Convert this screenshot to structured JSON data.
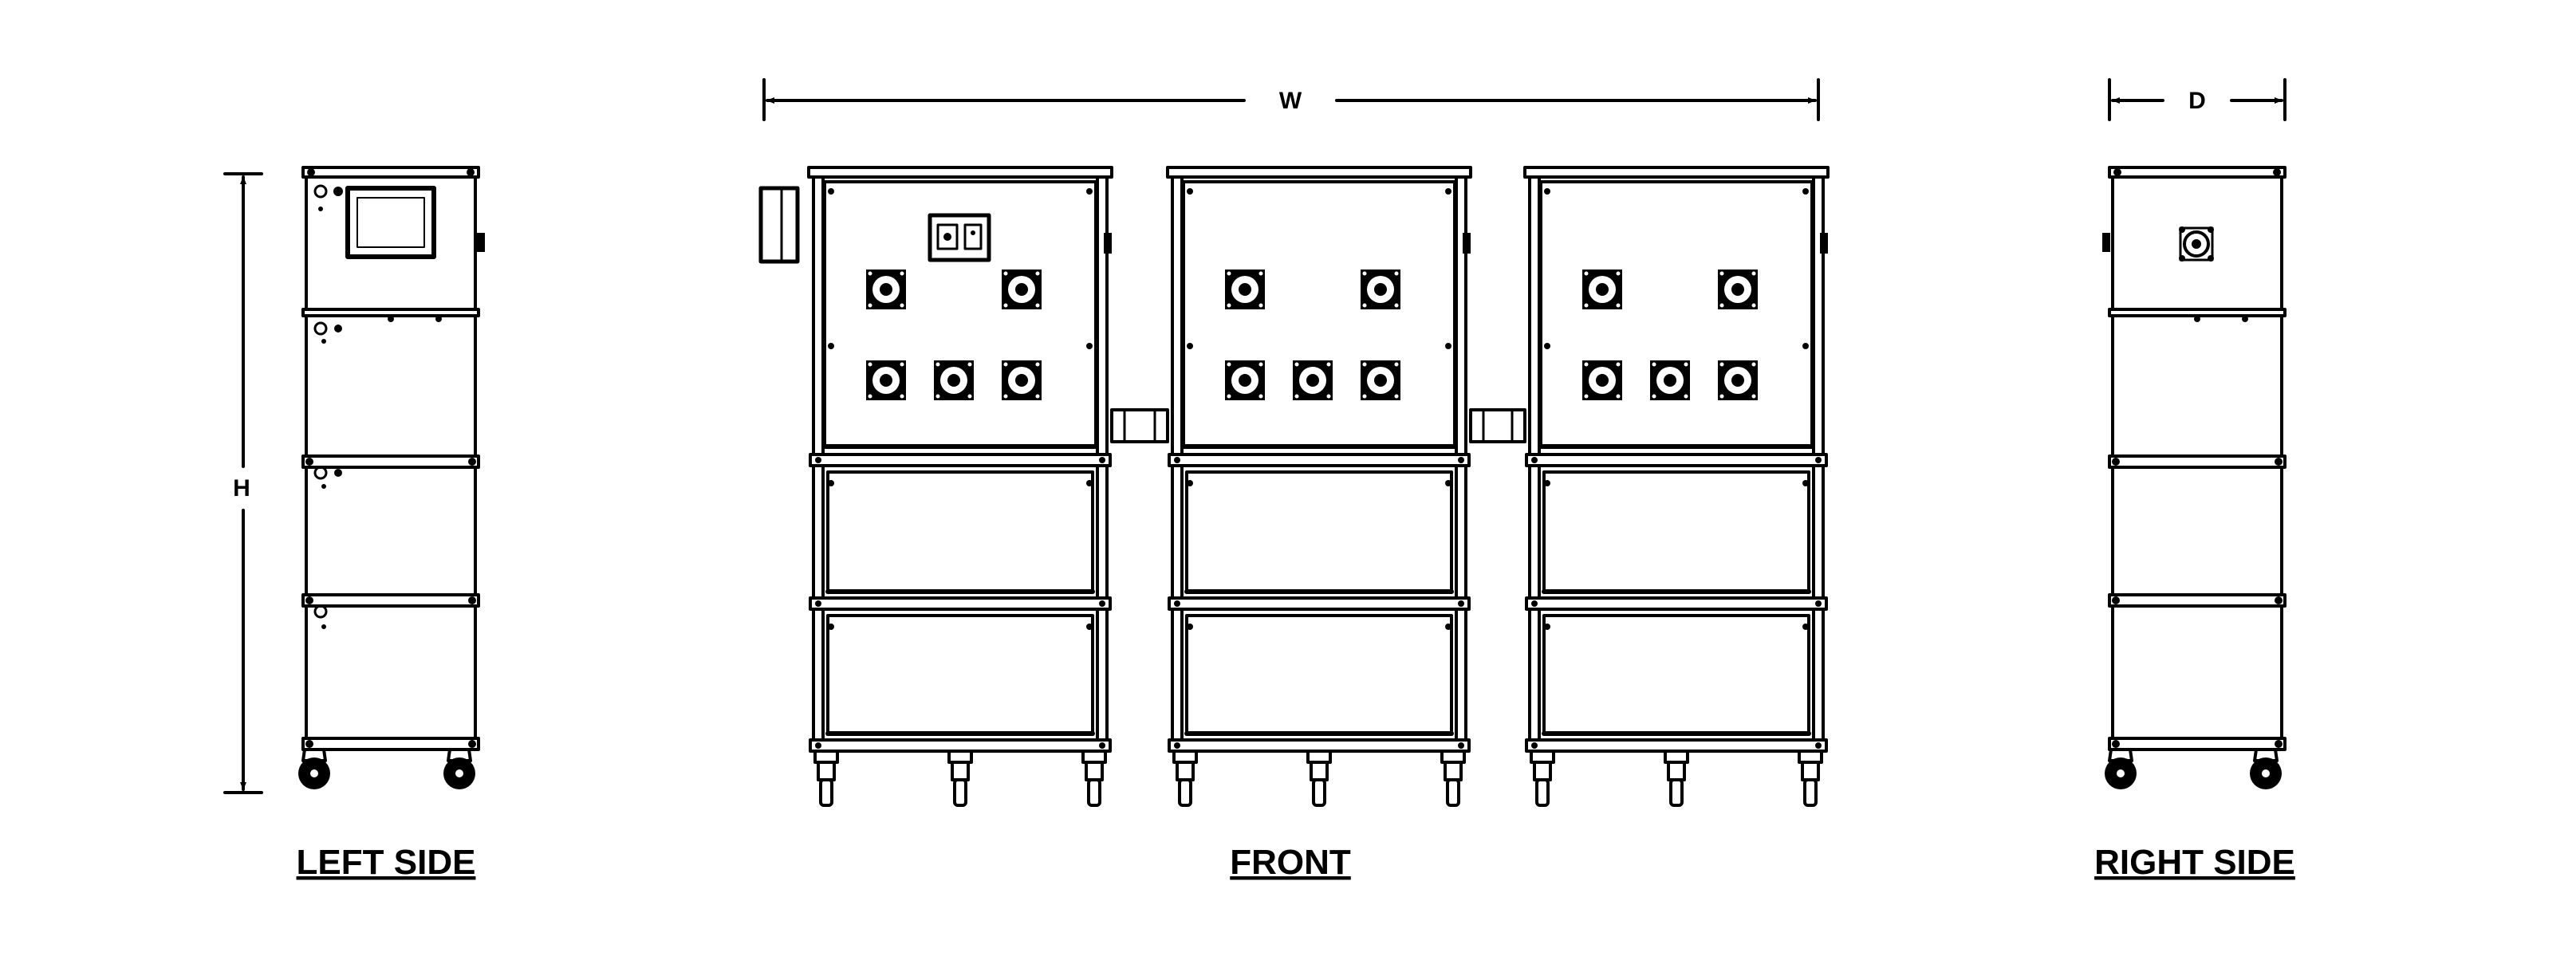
{
  "views": {
    "left_caption": "LEFT SIDE",
    "front_caption": "FRONT",
    "right_caption": "RIGHT SIDE"
  },
  "dimensions": {
    "height_label": "H",
    "width_label": "W",
    "depth_label": "D"
  },
  "front": {
    "unit_count": 3,
    "fans_top_row": 2,
    "fans_bottom_row": 3,
    "tiers_per_unit": 3
  },
  "colors": {
    "line": "#000000",
    "background": "#ffffff"
  }
}
